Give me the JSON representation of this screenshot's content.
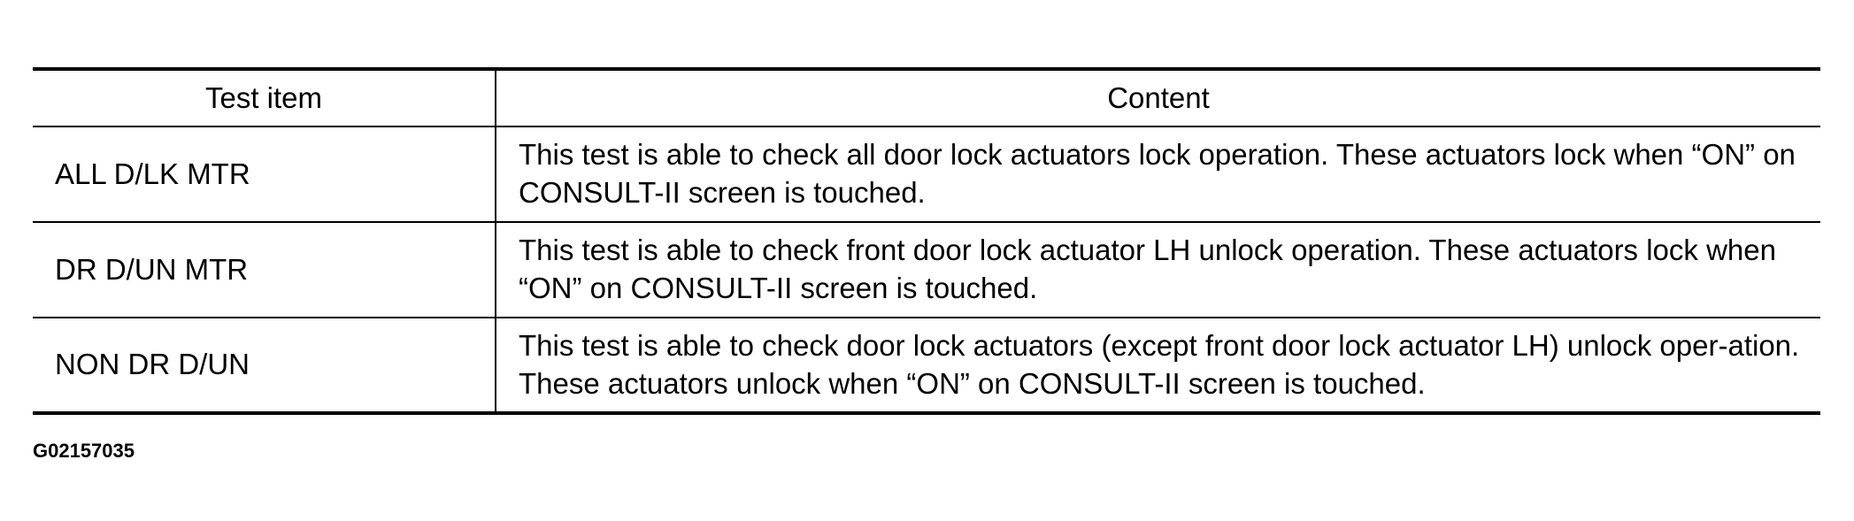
{
  "table": {
    "headers": {
      "test_item": "Test item",
      "content": "Content"
    },
    "rows": [
      {
        "test_item": "ALL D/LK MTR",
        "content": "This test is able to check all door lock actuators lock operation. These actuators lock when “ON” on CONSULT-II screen is touched."
      },
      {
        "test_item": "DR D/UN MTR",
        "content": "This test is able to check front door lock actuator LH unlock operation. These actuators lock when “ON” on CONSULT-II screen is touched."
      },
      {
        "test_item": "NON DR D/UN",
        "content": "This test is able to check door lock actuators (except front door lock actuator LH) unlock oper-ation. These actuators unlock when “ON” on CONSULT-II screen is touched."
      }
    ]
  },
  "figure_id": "G02157035"
}
